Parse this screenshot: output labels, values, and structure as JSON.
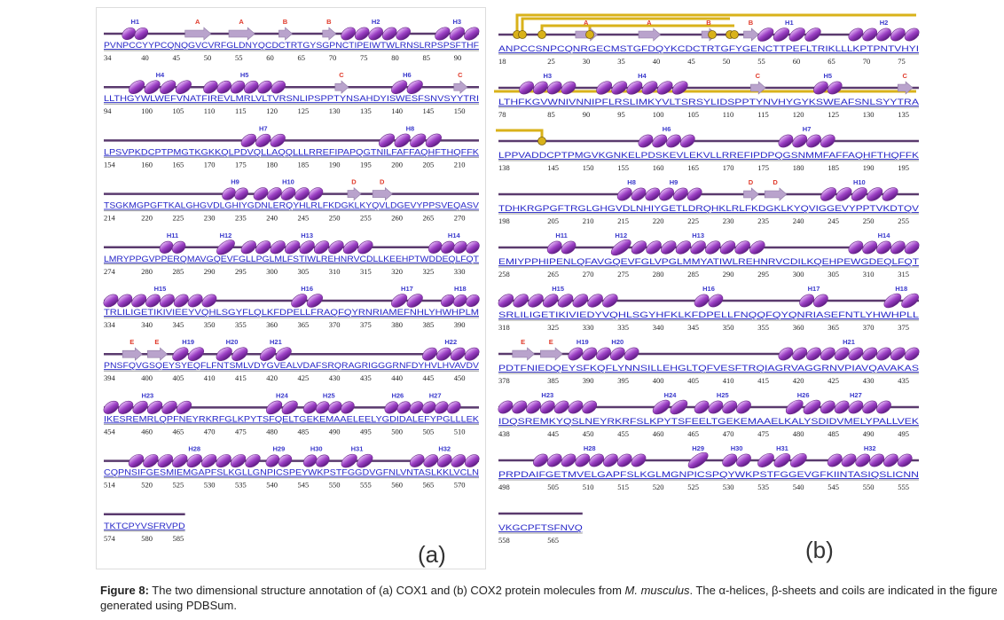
{
  "figure": {
    "caption_label": "Figure 8:",
    "caption_text_1": " The two dimensional structure annotation of (a) COX1 and (b) COX2 protein molecules from ",
    "caption_species": "M. musculus",
    "caption_text_2": ". The α-helices, β-sheets and coils are indicated in the figure generated using PDBSum."
  },
  "colors": {
    "helix": "#9b3fc4",
    "strand": "#b9a3cc",
    "sequence": "#2626c8",
    "helix_label": "#3a3acc",
    "strand_label": "#e03a2a",
    "disulfide": "#d9b21a",
    "backbone": "#5a3a6e"
  },
  "panels": [
    {
      "label": "(a)",
      "rows": [
        {
          "start": 34,
          "seq": "PVNPCCYYPCQNQGVCVRFGLDNYQCDCTRTGYSGPNCTIPEIWTWLRNSLRPSPSFTHF",
          "nums": [
            34,
            40,
            45,
            50,
            55,
            60,
            65,
            70,
            75,
            80,
            85,
            90
          ],
          "elements": [
            {
              "label": "H1",
              "type": "helix",
              "from": 37,
              "to": 40
            },
            {
              "label": "A",
              "type": "strand",
              "from": 47,
              "to": 50
            },
            {
              "label": "A",
              "type": "strand",
              "from": 54,
              "to": 57
            },
            {
              "label": "B",
              "type": "strand",
              "from": 62,
              "to": 63
            },
            {
              "label": "B",
              "type": "strand",
              "from": 69,
              "to": 70
            },
            {
              "label": "H2",
              "type": "helix",
              "from": 72,
              "to": 82
            },
            {
              "label": "H3",
              "type": "helix",
              "from": 87,
              "to": 93
            }
          ]
        },
        {
          "start": 94,
          "seq": "LLTHGYWLWEFVNATFIREVLMRLVLTVRSNLIPSPPTYNSAHDYISWESFSNVSYYTRI",
          "nums": [
            94,
            100,
            105,
            110,
            115,
            120,
            125,
            130,
            135,
            140,
            145,
            150
          ],
          "elements": [
            {
              "label": "H4",
              "type": "helix",
              "from": 98,
              "to": 107
            },
            {
              "label": "H5",
              "type": "helix",
              "from": 110,
              "to": 122
            },
            {
              "label": "C",
              "type": "strand",
              "from": 131,
              "to": 132
            },
            {
              "label": "H6",
              "type": "helix",
              "from": 140,
              "to": 144
            },
            {
              "label": "C",
              "type": "strand",
              "from": 150,
              "to": 151
            }
          ]
        },
        {
          "start": 154,
          "seq": "LPSVPKDCPTPMGTKGKKQLPDVQLLAQQLLLRREFIPAPQGTNILFAFFAQHFTHQFFK",
          "nums": [
            154,
            160,
            165,
            170,
            175,
            180,
            185,
            190,
            195,
            200,
            205,
            210
          ],
          "elements": [
            {
              "label": "H7",
              "type": "helix",
              "from": 176,
              "to": 182
            },
            {
              "label": "H8",
              "type": "helix",
              "from": 198,
              "to": 207
            }
          ]
        },
        {
          "start": 214,
          "seq": "TSGKMGPGFTKALGHGVDLGHIYGDNLERQYHLRLFKDGKLKYQVLDGEVYPPSVEQASV",
          "nums": [
            214,
            220,
            225,
            230,
            235,
            240,
            245,
            250,
            255,
            260,
            265,
            270
          ],
          "elements": [
            {
              "label": "H9",
              "type": "helix",
              "from": 233,
              "to": 236
            },
            {
              "label": "H10",
              "type": "helix",
              "from": 238,
              "to": 248
            },
            {
              "label": "D",
              "type": "strand",
              "from": 253,
              "to": 254
            },
            {
              "label": "D",
              "type": "strand",
              "from": 257,
              "to": 259
            }
          ]
        },
        {
          "start": 274,
          "seq": "LMRYPPGVPPERQMAVGQEVFGLLPGLMLFSTIWLREHNRVCDLLKEEHPTWDDEQLFQT",
          "nums": [
            274,
            280,
            285,
            290,
            295,
            300,
            305,
            310,
            315,
            320,
            325,
            330
          ],
          "elements": [
            {
              "label": "H11",
              "type": "helix",
              "from": 283,
              "to": 286
            },
            {
              "label": "H12",
              "type": "helix",
              "from": 292,
              "to": 294
            },
            {
              "label": "H13",
              "type": "helix",
              "from": 296,
              "to": 316
            },
            {
              "label": "H14",
              "type": "helix",
              "from": 326,
              "to": 333
            }
          ]
        },
        {
          "start": 334,
          "seq": "TRLILIGETIKIVIEEYVQHLSGYFLQLKFDPELLFRAQFQYRNRIAMEFNHLYHWHPLM",
          "nums": [
            334,
            340,
            345,
            350,
            355,
            360,
            365,
            370,
            375,
            380,
            385,
            390
          ],
          "elements": [
            {
              "label": "H15",
              "type": "helix",
              "from": 334,
              "to": 351
            },
            {
              "label": "H16",
              "type": "helix",
              "from": 364,
              "to": 368
            },
            {
              "label": "H17",
              "type": "helix",
              "from": 380,
              "to": 384
            },
            {
              "label": "H18",
              "type": "helix",
              "from": 388,
              "to": 393
            }
          ]
        },
        {
          "start": 394,
          "seq": "PNSFQVGSQEYSYEQFLFNTSMLVDYGVEALVDAFSRQRAGRIGGGRNFDYHVLHVAVDV",
          "nums": [
            394,
            400,
            405,
            410,
            415,
            420,
            425,
            430,
            435,
            440,
            445,
            450
          ],
          "elements": [
            {
              "label": "E",
              "type": "strand",
              "from": 397,
              "to": 399
            },
            {
              "label": "E",
              "type": "strand",
              "from": 401,
              "to": 403
            },
            {
              "label": "H19",
              "type": "helix",
              "from": 405,
              "to": 409
            },
            {
              "label": "H20",
              "type": "helix",
              "from": 412,
              "to": 416
            },
            {
              "label": "H21",
              "type": "helix",
              "from": 419,
              "to": 423
            },
            {
              "label": "H22",
              "type": "helix",
              "from": 445,
              "to": 453
            }
          ]
        },
        {
          "start": 454,
          "seq": "IKESREMRLQPFNEYRKRFGLKPYTSFQELTGEKEMAAELEELYGDIDALEFYPGLLLEK",
          "nums": [
            454,
            460,
            465,
            470,
            475,
            480,
            485,
            490,
            495,
            500,
            505,
            510
          ],
          "elements": [
            {
              "label": "H23",
              "type": "helix",
              "from": 454,
              "to": 467
            },
            {
              "label": "H24",
              "type": "helix",
              "from": 480,
              "to": 484
            },
            {
              "label": "H25",
              "type": "helix",
              "from": 486,
              "to": 493
            },
            {
              "label": "H26",
              "type": "helix",
              "from": 499,
              "to": 502
            },
            {
              "label": "H27",
              "type": "helix",
              "from": 503,
              "to": 510
            }
          ]
        },
        {
          "start": 514,
          "seq": "CQPNSIFGESMIEMGAPFSLKGLLGNPICSPEYWKPSTFGGDVGFNLVNTASLKKLVCLN",
          "nums": [
            514,
            520,
            525,
            530,
            535,
            540,
            545,
            550,
            555,
            560,
            565,
            570
          ],
          "elements": [
            {
              "label": "H28",
              "type": "helix",
              "from": 518,
              "to": 538
            },
            {
              "label": "H29",
              "type": "helix",
              "from": 540,
              "to": 543
            },
            {
              "label": "H30",
              "type": "helix",
              "from": 546,
              "to": 549
            },
            {
              "label": "H31",
              "type": "helix",
              "from": 552,
              "to": 556
            },
            {
              "label": "H32",
              "type": "helix",
              "from": 563,
              "to": 573
            }
          ]
        },
        {
          "start": 574,
          "seq": "TKTCPYVSFRVPD",
          "nums": [
            574,
            580,
            585
          ],
          "elements": []
        }
      ]
    },
    {
      "label": "(b)",
      "rows": [
        {
          "start": 18,
          "seq": "ANPCCSNPCQNRGECMSTGFDQYKCDCTRTGFYGENCTTPEFLTRIKLLLKPTPNTVHYI",
          "nums": [
            18,
            25,
            30,
            35,
            40,
            45,
            50,
            55,
            60,
            65,
            70,
            75
          ],
          "elements": [
            {
              "label": "A",
              "type": "strand",
              "from": 29,
              "to": 31
            },
            {
              "label": "A",
              "type": "strand",
              "from": 38,
              "to": 40
            },
            {
              "label": "B",
              "type": "strand",
              "from": 47,
              "to": 48
            },
            {
              "label": "B",
              "type": "strand",
              "from": 53,
              "to": 54
            },
            {
              "label": "H1",
              "type": "helix",
              "from": 55,
              "to": 63
            },
            {
              "label": "H2",
              "type": "helix",
              "from": 68,
              "to": 77
            }
          ]
        },
        {
          "start": 78,
          "seq": "LTHFKGVWNIVNNIPFLRSLIMKYVLTSRSYLIDSPPTYNVHYGYKSWEAFSNLSYYTRA",
          "nums": [
            78,
            85,
            90,
            95,
            100,
            105,
            110,
            115,
            120,
            125,
            130,
            135
          ],
          "elements": [
            {
              "label": "H3",
              "type": "helix",
              "from": 81,
              "to": 88
            },
            {
              "label": "H4",
              "type": "helix",
              "from": 92,
              "to": 104
            },
            {
              "label": "C",
              "type": "strand",
              "from": 114,
              "to": 115
            },
            {
              "label": "H5",
              "type": "helix",
              "from": 123,
              "to": 126
            },
            {
              "label": "C",
              "type": "strand",
              "from": 135,
              "to": 136
            }
          ]
        },
        {
          "start": 138,
          "seq": "LPPVADDCPTPMGVKGNKELPDSKEVLEKVLLRREFIPDPQGSNMMFAFFAQHFTHQFFK",
          "nums": [
            138,
            145,
            150,
            155,
            160,
            165,
            170,
            175,
            180,
            185,
            190,
            195
          ],
          "elements": [
            {
              "label": "H6",
              "type": "helix",
              "from": 158,
              "to": 165
            },
            {
              "label": "H7",
              "type": "helix",
              "from": 178,
              "to": 185
            }
          ]
        },
        {
          "start": 198,
          "seq": "TDHKRGPGFTRGLGHGVDLNHIYGETLDRQHKLRLFKDGKLKYQVIGGEVYPPTVKDTQV",
          "nums": [
            198,
            205,
            210,
            215,
            220,
            225,
            230,
            235,
            240,
            245,
            250,
            255
          ],
          "elements": [
            {
              "label": "H8",
              "type": "helix",
              "from": 215,
              "to": 218
            },
            {
              "label": "H9",
              "type": "helix",
              "from": 219,
              "to": 226
            },
            {
              "label": "D",
              "type": "strand",
              "from": 233,
              "to": 234
            },
            {
              "label": "D",
              "type": "strand",
              "from": 236,
              "to": 238
            },
            {
              "label": "H10",
              "type": "helix",
              "from": 244,
              "to": 254
            }
          ]
        },
        {
          "start": 258,
          "seq": "EMIYPPHIPENLQFAVGQEVFGLVPGLMMYATIWLREHNRVCDILKQEHPEWGDEQLFQT",
          "nums": [
            258,
            265,
            270,
            275,
            280,
            285,
            290,
            295,
            300,
            305,
            310,
            315
          ],
          "elements": [
            {
              "label": "H11",
              "type": "helix",
              "from": 265,
              "to": 268
            },
            {
              "label": "H12",
              "type": "helix",
              "from": 274,
              "to": 276
            },
            {
              "label": "H13",
              "type": "helix",
              "from": 277,
              "to": 295
            },
            {
              "label": "H14",
              "type": "helix",
              "from": 308,
              "to": 317
            }
          ]
        },
        {
          "start": 318,
          "seq": "SRLILIGETIKIVIEDYVQHLSGYHFKLKFDPELLFNQQFQYQNRIASEFNTLYHWHPLL",
          "nums": [
            318,
            325,
            330,
            335,
            340,
            345,
            350,
            355,
            360,
            365,
            370,
            375
          ],
          "elements": [
            {
              "label": "H15",
              "type": "helix",
              "from": 318,
              "to": 334
            },
            {
              "label": "H16",
              "type": "helix",
              "from": 346,
              "to": 349
            },
            {
              "label": "H17",
              "type": "helix",
              "from": 361,
              "to": 364
            },
            {
              "label": "H18",
              "type": "helix",
              "from": 373,
              "to": 377
            }
          ]
        },
        {
          "start": 378,
          "seq": "PDTFNIEDQEYSFKQFLYNNSILLEHGLTQFVESFTRQIAGRVAGGRNVPIAVQAVAKAS",
          "nums": [
            378,
            385,
            390,
            395,
            400,
            405,
            410,
            415,
            420,
            425,
            430,
            435
          ],
          "elements": [
            {
              "label": "E",
              "type": "strand",
              "from": 380,
              "to": 382
            },
            {
              "label": "E",
              "type": "strand",
              "from": 384,
              "to": 386
            },
            {
              "label": "H19",
              "type": "helix",
              "from": 388,
              "to": 391
            },
            {
              "label": "H20",
              "type": "helix",
              "from": 392,
              "to": 397
            },
            {
              "label": "H21",
              "type": "helix",
              "from": 418,
              "to": 437
            }
          ]
        },
        {
          "start": 438,
          "seq": "IDQSREMKYQSLNEYRKRFSLKPYTSFEELTGEKEMAAELKALYSDIDVMELYPALLVEK",
          "nums": [
            438,
            445,
            450,
            455,
            460,
            465,
            470,
            475,
            480,
            485,
            490,
            495
          ],
          "elements": [
            {
              "label": "H23",
              "type": "helix",
              "from": 438,
              "to": 451
            },
            {
              "label": "H24",
              "type": "helix",
              "from": 460,
              "to": 464
            },
            {
              "label": "H25",
              "type": "helix",
              "from": 466,
              "to": 473
            },
            {
              "label": "H26",
              "type": "helix",
              "from": 479,
              "to": 483
            },
            {
              "label": "H27",
              "type": "helix",
              "from": 484,
              "to": 493
            }
          ]
        },
        {
          "start": 498,
          "seq": "PRPDAIFGETMVELGAPFSLKGLMGNPICSPQYWKPSTFGGEVGFKIINTASIQSLICNN",
          "nums": [
            498,
            505,
            510,
            515,
            520,
            525,
            530,
            535,
            540,
            545,
            550,
            555
          ],
          "elements": [
            {
              "label": "H28",
              "type": "helix",
              "from": 503,
              "to": 518
            },
            {
              "label": "H29",
              "type": "helix",
              "from": 525,
              "to": 527
            },
            {
              "label": "H30",
              "type": "helix",
              "from": 530,
              "to": 533
            },
            {
              "label": "H31",
              "type": "helix",
              "from": 535,
              "to": 541
            },
            {
              "label": "H32",
              "type": "helix",
              "from": 545,
              "to": 556
            }
          ]
        },
        {
          "start": 558,
          "seq": "VKGCPFTSFNVQ",
          "nums": [
            558,
            565
          ],
          "elements": []
        }
      ]
    }
  ]
}
